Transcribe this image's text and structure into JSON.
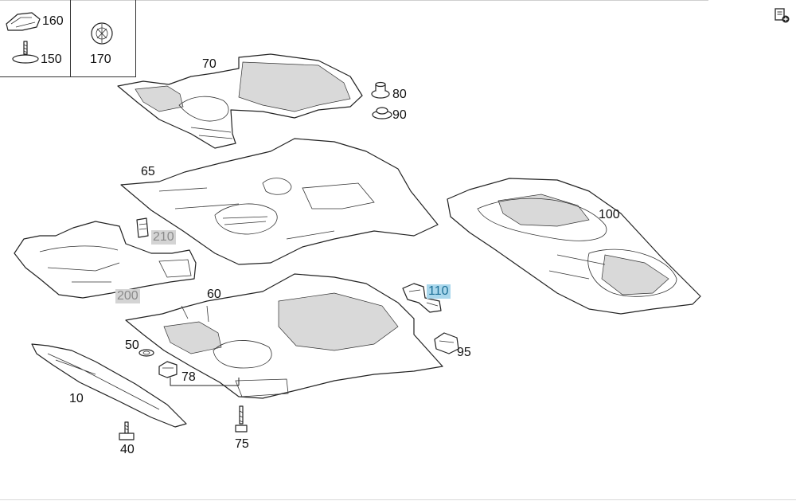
{
  "diagram": {
    "labels": {
      "p160": "160",
      "p150": "150",
      "p170": "170",
      "p70": "70",
      "p80": "80",
      "p90": "90",
      "p65": "65",
      "p100": "100",
      "p210": "210",
      "p200": "200",
      "p60": "60",
      "p110": "110",
      "p50": "50",
      "p95": "95",
      "p78": "78",
      "p10": "10",
      "p75": "75",
      "p40": "40"
    },
    "highlight_color": "#a9d7ec",
    "greyed_color": "#d4d4d4"
  },
  "toolbar": {
    "icon": "add-to-list-icon"
  }
}
